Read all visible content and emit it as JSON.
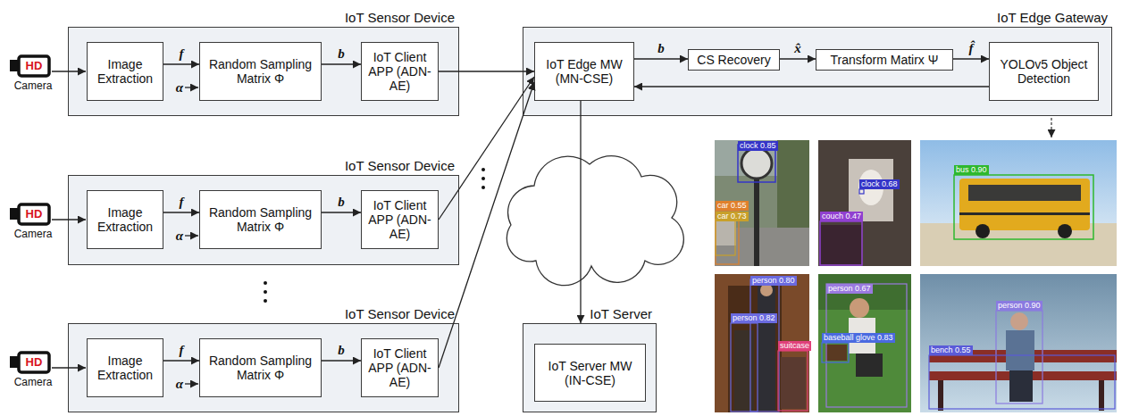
{
  "diagram": {
    "nodes": [
      {
        "text": [
          "IoT Sensor Device"
        ]
      },
      {
        "text": [
          "Image Extraction"
        ],
        "in": 0
      },
      {
        "text": [
          "Random Sampling Matrix Φ"
        ],
        "in": 0
      },
      {
        "text": [
          "IoT Client APP (ADN-AE)"
        ],
        "in": 0
      },
      {
        "text": [
          "IoT Edge Gateway"
        ]
      },
      {
        "text": [
          "IoT Edge MW (MN-CSE)"
        ],
        "in": 4
      },
      {
        "text": [
          "CS Recovery"
        ],
        "in": 4
      },
      {
        "text": [
          "Transform Matirx Ψ"
        ],
        "in": 4
      },
      {
        "text": [
          "YOLOv5 Object Detection"
        ],
        "in": 4
      },
      {
        "text": [
          "IoT Sensor Device"
        ]
      },
      {
        "text": [
          "Image Extraction"
        ],
        "in": 9
      },
      {
        "text": [
          "Random Sampling Matrix Φ"
        ],
        "in": 9
      },
      {
        "text": [
          "IoT Client APP (ADN-AE)"
        ],
        "in": 9
      },
      {
        "text": [
          "IoT Sensor Device"
        ]
      },
      {
        "text": [
          "Image Extraction"
        ],
        "in": 13
      },
      {
        "text": [
          "Random Sampling Matrix Φ"
        ],
        "in": 13
      },
      {
        "text": [
          "IoT Client APP (ADN-AE)"
        ],
        "in": 13
      },
      {
        "text": [
          "IoT Server"
        ]
      },
      {
        "text": [
          "IoT Server MW (IN-CSE)"
        ],
        "in": 17
      }
    ],
    "edges": [
      {
        "from": 1,
        "to": 2,
        "arrow": "to",
        "label": "f"
      },
      {
        "from": 2,
        "to": 3,
        "arrow": "to",
        "label": "b"
      },
      {
        "from": 3,
        "to": 5,
        "arrow": "to"
      },
      {
        "from": 5,
        "to": 6,
        "arrow": "to",
        "label": "b"
      },
      {
        "from": 6,
        "to": 7,
        "arrow": "to",
        "label": "x̂"
      },
      {
        "from": 7,
        "to": 8,
        "arrow": "to",
        "label": "f̂"
      },
      {
        "from": 8,
        "to": 5,
        "arrow": "to"
      },
      {
        "from": 10,
        "to": 11,
        "arrow": "to",
        "label": "f"
      },
      {
        "from": 11,
        "to": 12,
        "arrow": "to",
        "label": "b"
      },
      {
        "from": 12,
        "to": 5,
        "arrow": "to"
      },
      {
        "from": 14,
        "to": 15,
        "arrow": "to",
        "label": "f"
      },
      {
        "from": 15,
        "to": 16,
        "arrow": "to",
        "label": "b"
      },
      {
        "from": 16,
        "to": 5,
        "arrow": "to"
      },
      {
        "from": 5,
        "to": 17,
        "arrow": "to"
      }
    ],
    "labels": [
      "HD",
      "Camera",
      "α",
      "HD",
      "Camera",
      "α",
      "HD",
      "Camera",
      "α",
      "clock 0.85",
      "car 0.55",
      "car 0.73",
      "clock 0.68",
      "couch 0.47",
      "bus 0.90",
      "person 0.80",
      "person 0.82",
      "suitcase",
      "person 0.67",
      "baseball glove 0.83",
      "person 0.90",
      "bench 0.55"
    ]
  }
}
